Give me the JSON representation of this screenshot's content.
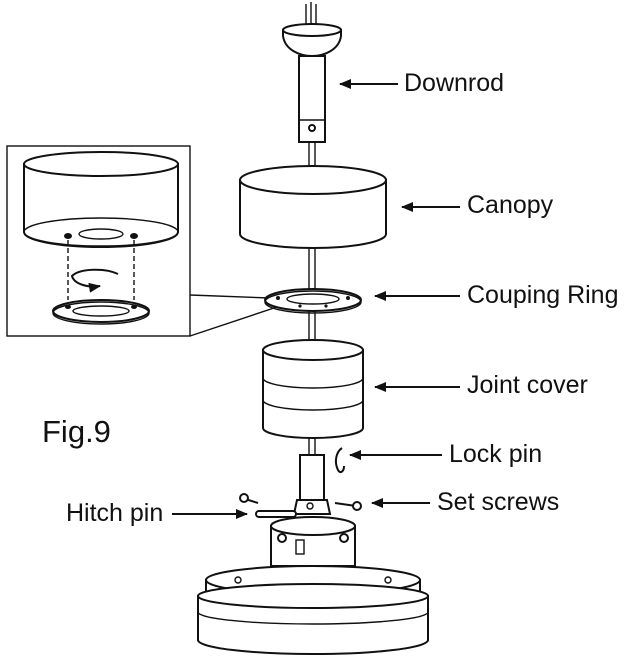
{
  "figure": {
    "caption": "Fig.9",
    "labels": {
      "downrod": "Downrod",
      "canopy": "Canopy",
      "coupling_ring": "Couping Ring",
      "joint_cover": "Joint cover",
      "lock_pin": "Lock pin",
      "set_screws": "Set screws",
      "hitch_pin": "Hitch pin"
    }
  }
}
